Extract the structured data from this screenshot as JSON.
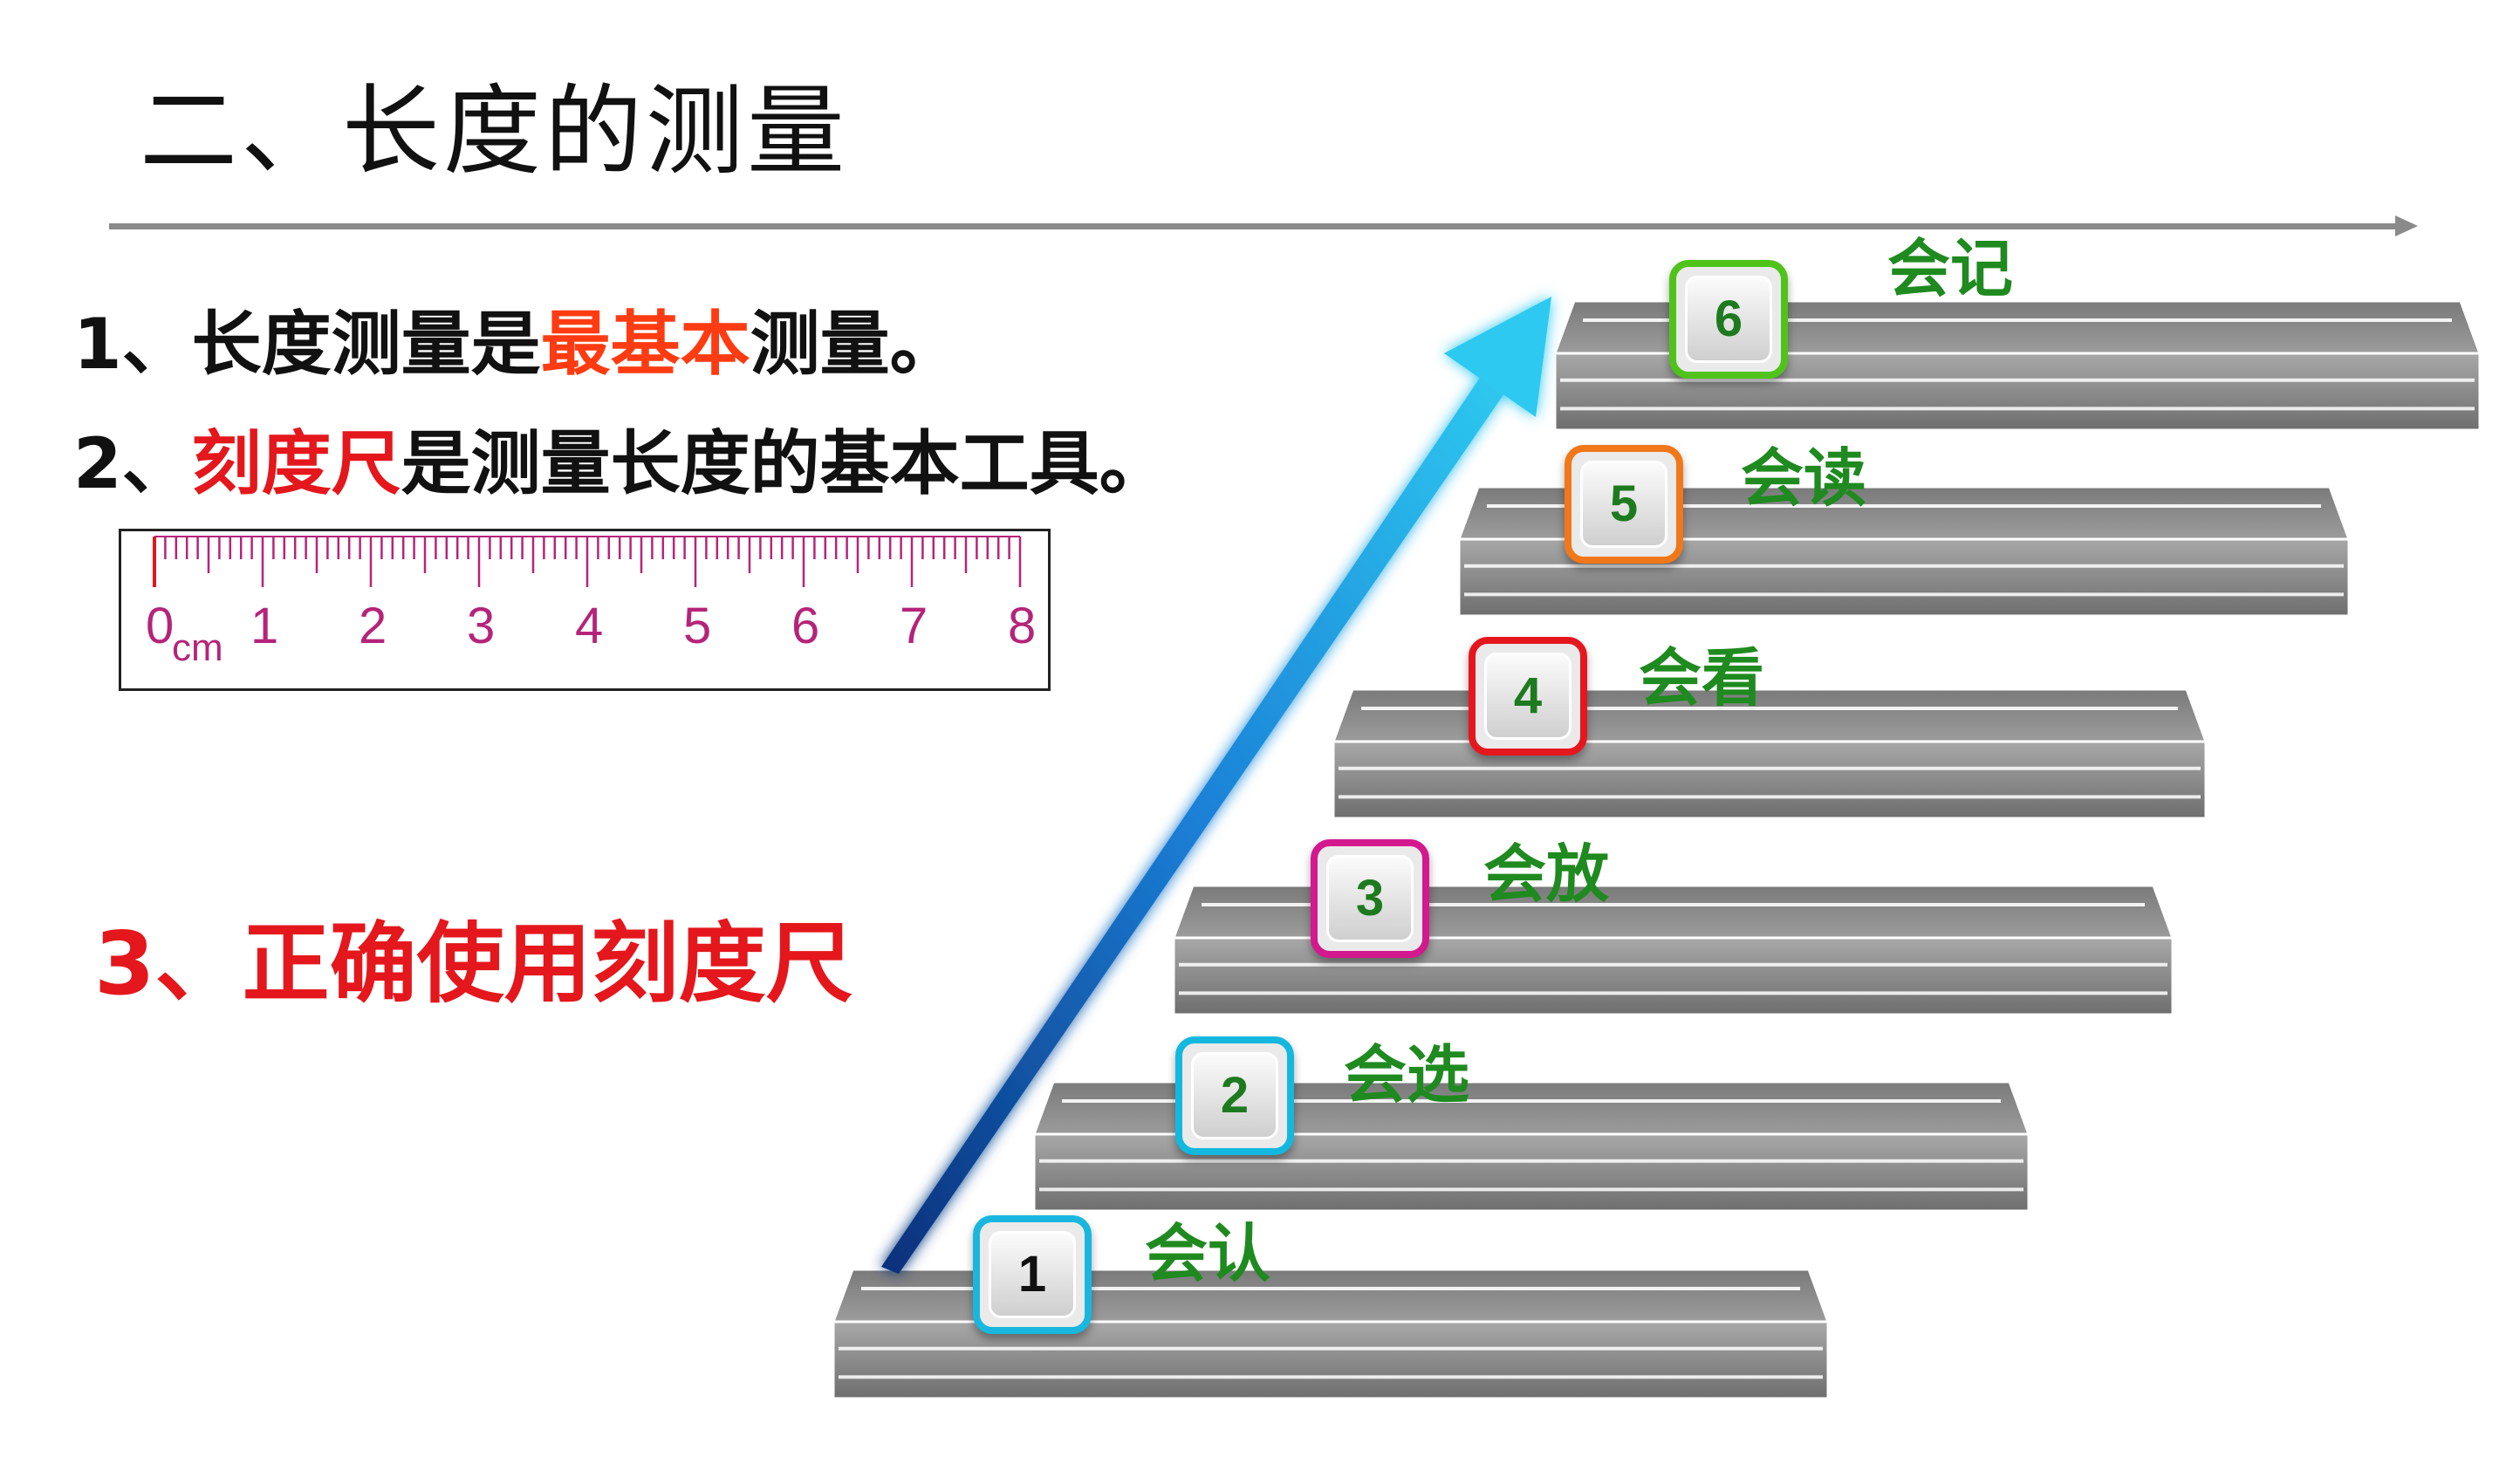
{
  "slide": {
    "title": "二、长度的测量",
    "point1": {
      "prefix": "1、长度测量是",
      "highlight": "最基本",
      "suffix": "测量。"
    },
    "point2": {
      "prefix": "2、",
      "highlight": "刻度尺",
      "suffix": "是测量长度的基本工具。"
    },
    "point3": "3、正确使用刻度尺"
  },
  "ruler": {
    "unit": "cm",
    "numbers": [
      "0",
      "1",
      "2",
      "3",
      "4",
      "5",
      "6",
      "7",
      "8"
    ]
  },
  "steps": [
    {
      "number": "1",
      "label": "会认",
      "border_color": "#19b7de"
    },
    {
      "number": "2",
      "label": "会选",
      "border_color": "#14b8df"
    },
    {
      "number": "3",
      "label": "会放",
      "border_color": "#d4188e"
    },
    {
      "number": "4",
      "label": "会看",
      "border_color": "#e5171e"
    },
    {
      "number": "5",
      "label": "会读",
      "border_color": "#f0781a"
    },
    {
      "number": "6",
      "label": "会记",
      "border_color": "#4fc31a"
    }
  ],
  "colors": {
    "highlight_orange": "#ff3b12",
    "highlight_red": "#e4171c",
    "step_label": "#1f8a1f",
    "ruler_marks": "#b5247a",
    "arrow": "#1fb6e8"
  }
}
